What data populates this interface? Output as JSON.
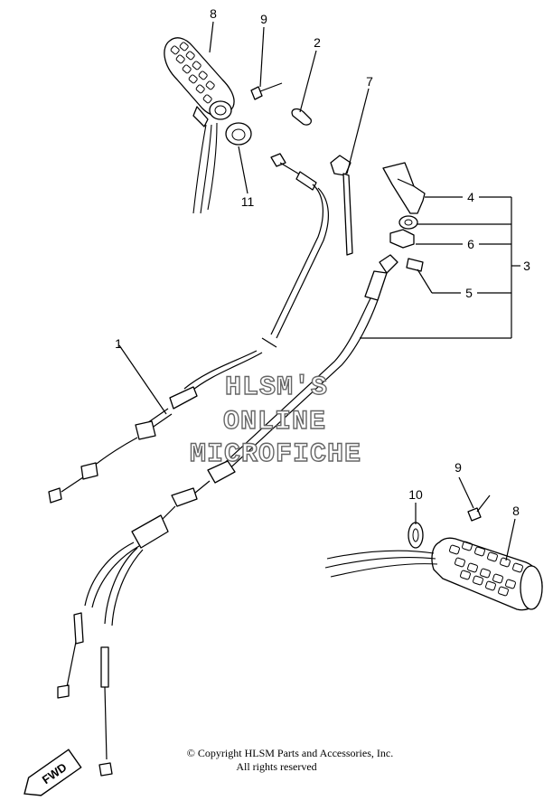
{
  "callouts": {
    "c1": "1",
    "c2": "2",
    "c3": "3",
    "c4": "4",
    "c5": "5",
    "c6": "6",
    "c7": "7",
    "c8_left": "8",
    "c8_right": "8",
    "c9_left": "9",
    "c9_right": "9",
    "c10": "10",
    "c11": "11"
  },
  "watermark": {
    "line1": "HLSM'S",
    "line2": "ONLINE",
    "line3": "MICROFICHE"
  },
  "fwd_label": "FWD",
  "copyright": {
    "line1": "© Copyright HLSM Parts and Accessories, Inc.",
    "line2": "All rights reserved"
  }
}
